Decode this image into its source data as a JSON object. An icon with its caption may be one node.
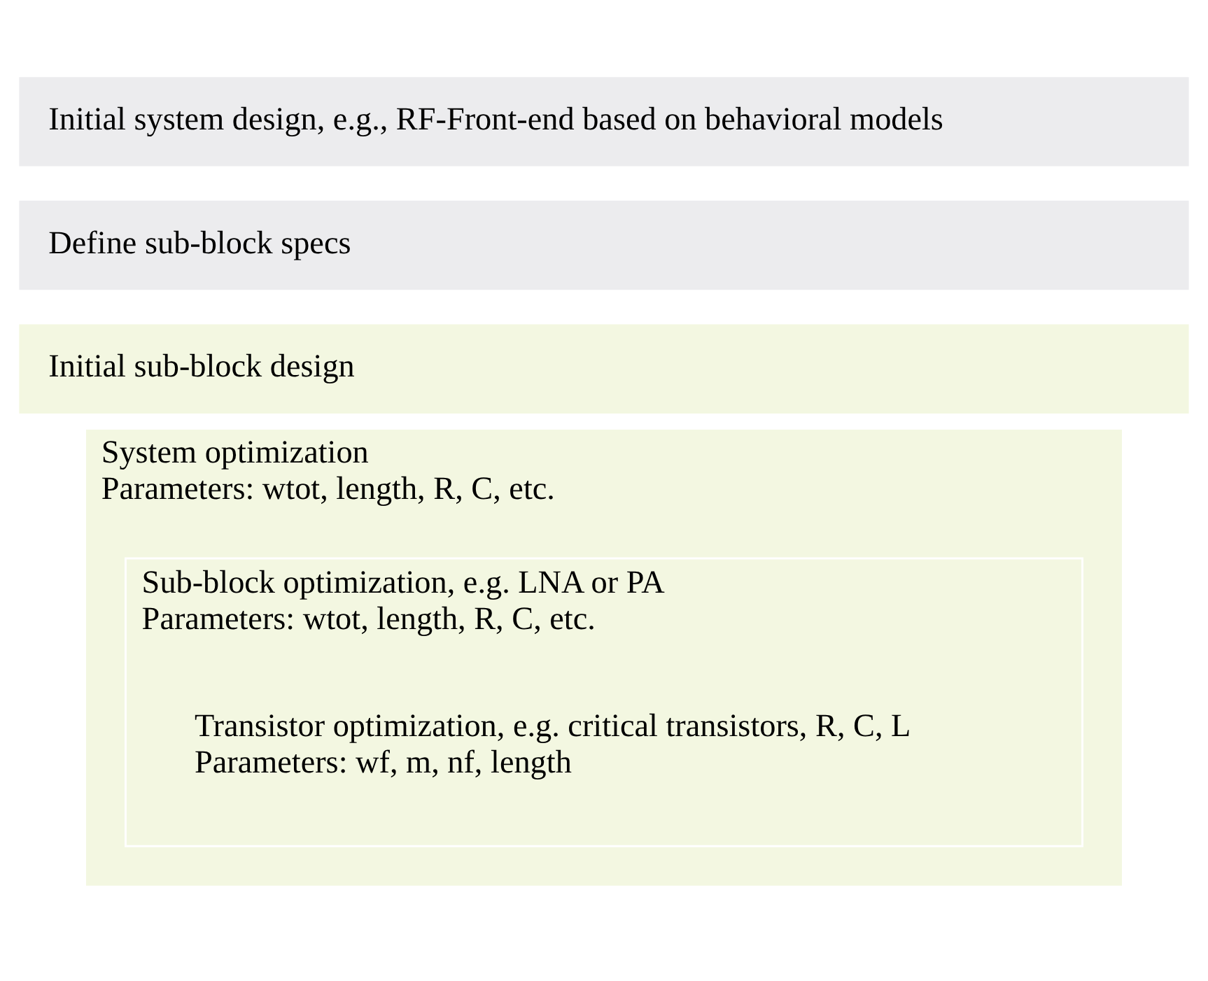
{
  "diagram": {
    "nodes": [
      {
        "text": [
          "Initial system design, e.g., RF-Front-end based on behavioral models"
        ]
      },
      {
        "text": [
          "Define sub-block specs"
        ]
      },
      {
        "text": [
          "Initial sub-block design"
        ]
      },
      {
        "text": [
          "System optimization",
          "Parameters: wtot, length, R, C, etc."
        ]
      },
      {
        "text": [
          "Sub-block optimization, e.g. LNA or PA",
          "Parameters: wtot, length, R, C, etc."
        ],
        "in": 3
      },
      {
        "text": [
          "Transistor optimization, e.g. critical transistors, R, C, L",
          "Parameters: wf, m, nf, length"
        ],
        "in": 4
      }
    ]
  }
}
